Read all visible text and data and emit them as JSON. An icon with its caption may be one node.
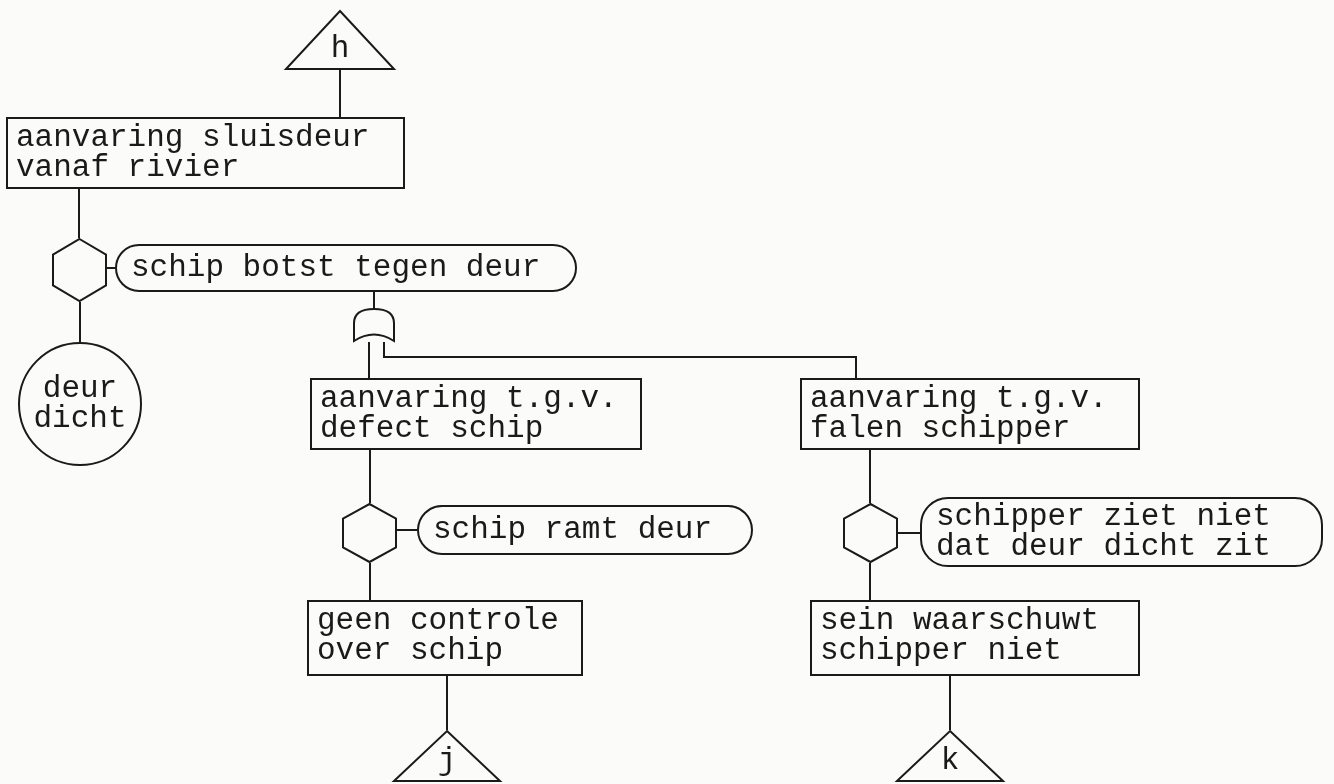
{
  "diagram": {
    "nodes": [
      {
        "text": [
          "h"
        ]
      },
      {
        "text": [
          "aanvaring sluisdeur vanaf rivier"
        ]
      },
      {
        "text": [],
        "shape": "hexagon"
      },
      {
        "text": [
          "schip botst tegen deur"
        ]
      },
      {
        "text": [
          "deur dicht"
        ]
      },
      {
        "text": [],
        "shape": "gate"
      },
      {
        "text": [
          "aanvaring t.g.v. defect schip"
        ]
      },
      {
        "text": [
          "aanvaring t.g.v. falen schipper"
        ]
      },
      {
        "text": [],
        "shape": "hexagon"
      },
      {
        "text": [
          "schip ramt deur"
        ]
      },
      {
        "text": [],
        "shape": "hexagon"
      },
      {
        "text": [
          "schipper ziet niet dat deur dicht zit"
        ]
      },
      {
        "text": [
          "geen controle over schip"
        ]
      },
      {
        "text": [
          "sein waarschuwt schipper niet"
        ]
      },
      {
        "text": [
          "j"
        ]
      },
      {
        "text": [
          "k"
        ]
      }
    ],
    "edges": [
      {
        "from": 0,
        "to": 1,
        "arrow": "none"
      },
      {
        "from": 1,
        "to": 2,
        "arrow": "none"
      },
      {
        "from": 2,
        "to": 3,
        "arrow": "none"
      },
      {
        "from": 2,
        "to": 4,
        "arrow": "none"
      },
      {
        "from": 3,
        "to": 5,
        "arrow": "none"
      },
      {
        "from": 5,
        "to": 6,
        "arrow": "none"
      },
      {
        "from": 5,
        "to": 7,
        "arrow": "none"
      },
      {
        "from": 6,
        "to": 8,
        "arrow": "none"
      },
      {
        "from": 8,
        "to": 9,
        "arrow": "none"
      },
      {
        "from": 8,
        "to": 12,
        "arrow": "none"
      },
      {
        "from": 7,
        "to": 10,
        "arrow": "none"
      },
      {
        "from": 10,
        "to": 11,
        "arrow": "none"
      },
      {
        "from": 10,
        "to": 13,
        "arrow": "none"
      },
      {
        "from": 12,
        "to": 14,
        "arrow": "none"
      },
      {
        "from": 13,
        "to": 15,
        "arrow": "none"
      }
    ]
  }
}
